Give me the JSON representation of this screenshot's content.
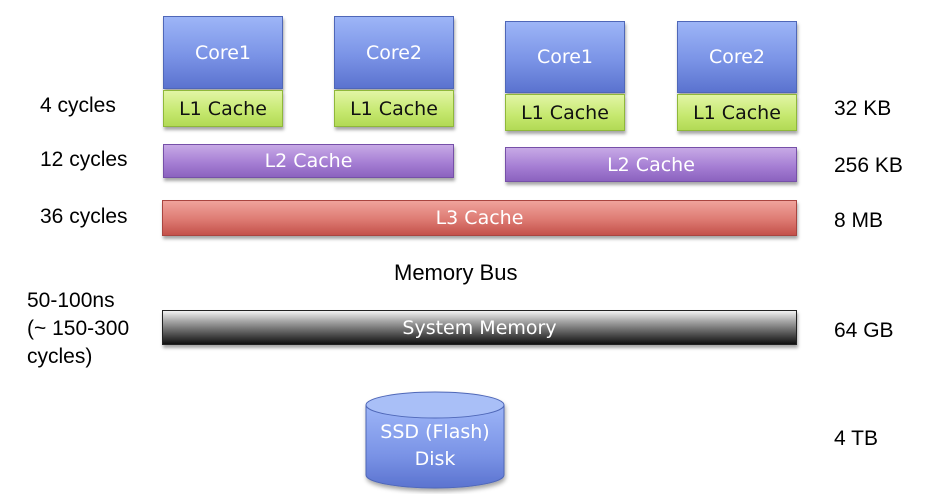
{
  "diagram": {
    "cpu_groups": [
      {
        "cores": [
          {
            "core_label": "Core1",
            "l1_label": "L1 Cache"
          },
          {
            "core_label": "Core2",
            "l1_label": "L1 Cache"
          }
        ],
        "l2_label": "L2 Cache"
      },
      {
        "cores": [
          {
            "core_label": "Core1",
            "l1_label": "L1 Cache"
          },
          {
            "core_label": "Core2",
            "l1_label": "L1 Cache"
          }
        ],
        "l2_label": "L2 Cache"
      }
    ],
    "l3_label": "L3 Cache",
    "memory_bus_label": "Memory Bus",
    "system_memory_label": "System Memory",
    "disk_label_line1": "SSD (Flash)",
    "disk_label_line2": "Disk"
  },
  "latencies": {
    "l1": "4 cycles",
    "l2": "12 cycles",
    "l3": "36 cycles",
    "memory_line1": "50-100ns",
    "memory_line2": "(~ 150-300",
    "memory_line3": "cycles)"
  },
  "sizes": {
    "l1": "32 KB",
    "l2": "256 KB",
    "l3": "8 MB",
    "memory": "64 GB",
    "disk": "4 TB"
  },
  "colors": {
    "core": "#7a93e6",
    "l1": "#c5e86e",
    "l2": "#a67fd4",
    "l3": "#dd7a72",
    "system_memory": "#505050",
    "disk": "#7a93e6"
  }
}
